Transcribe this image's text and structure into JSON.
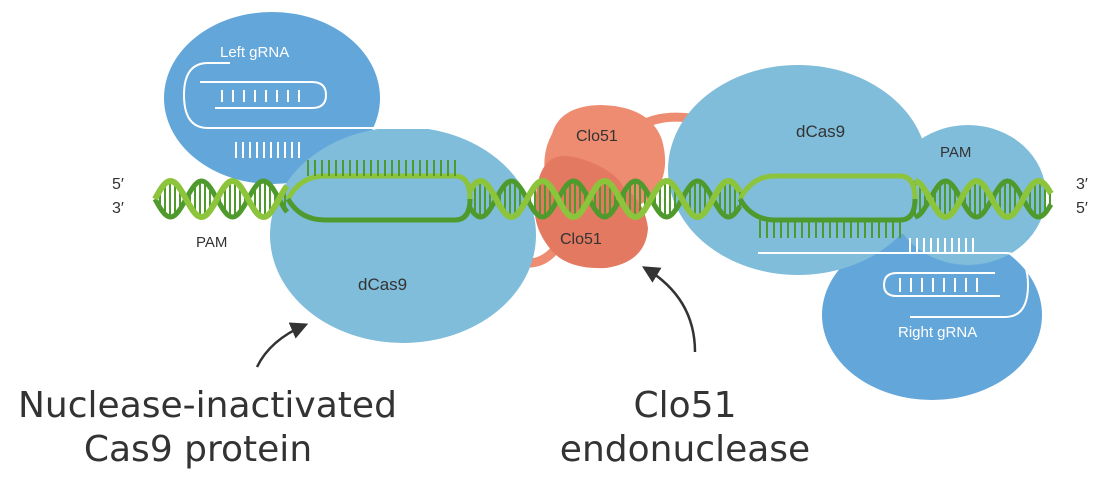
{
  "colors": {
    "dcas9": "#80bddb",
    "grna_blob": "#63a6da",
    "clo51_light": "#ee8c72",
    "clo51_dark": "#e47962",
    "dna_light": "#8cc43c",
    "dna_dark": "#4f9a2c",
    "text": "#333333"
  },
  "labels": {
    "left_grna": "Left gRNA",
    "right_grna": "Right gRNA",
    "left_dcas9": "dCas9",
    "right_dcas9": "dCas9",
    "left_pam": "PAM",
    "right_pam": "PAM",
    "clo51_top": "Clo51",
    "clo51_bottom": "Clo51",
    "left_end_top": "5′",
    "left_end_bottom": "3′",
    "right_end_top": "3′",
    "right_end_bottom": "5′"
  },
  "captions": {
    "left_line1": "Nuclease-inactivated",
    "left_line2": "Cas9 protein",
    "right_line1": "Clo51",
    "right_line2": "endonuclease"
  }
}
